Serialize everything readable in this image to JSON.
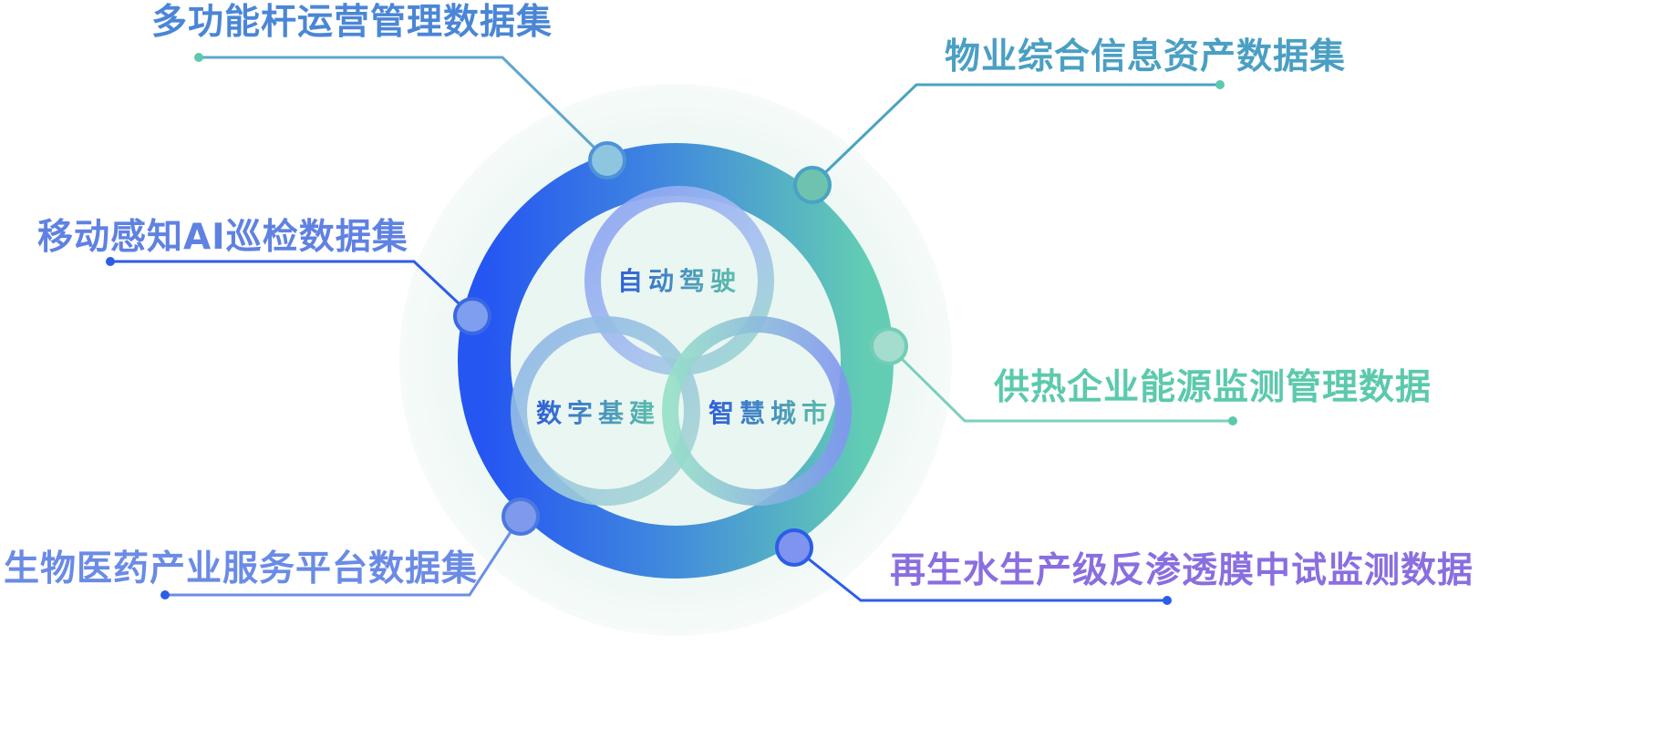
{
  "center_circles": [
    {
      "text": "自动驾驶"
    },
    {
      "text": "数字基建"
    },
    {
      "text": "智慧城市"
    }
  ],
  "datasets": [
    {
      "label": "多功能杆运营管理数据集",
      "color": "#4a86d6"
    },
    {
      "label": "物业综合信息资产数据集",
      "color": "#4a9fc3"
    },
    {
      "label": "移动感知AI巡检数据集",
      "color": "#5f82e2"
    },
    {
      "label": "供热企业能源监测管理数据",
      "color": "#5cc9ad"
    },
    {
      "label": "生物医药产业服务平台数据集",
      "color": "#6a8be6"
    },
    {
      "label": "再生水生产级反渗透膜中试监测数据",
      "color": "#8a6ee0"
    }
  ],
  "colors": {
    "ring_start": "#2556f2",
    "ring_end": "#63cdb3",
    "halo": "#eef8f4",
    "venn_top": "#9bb0ee",
    "venn_left": "#8fb0e8",
    "venn_right": "#8aa6ef"
  }
}
